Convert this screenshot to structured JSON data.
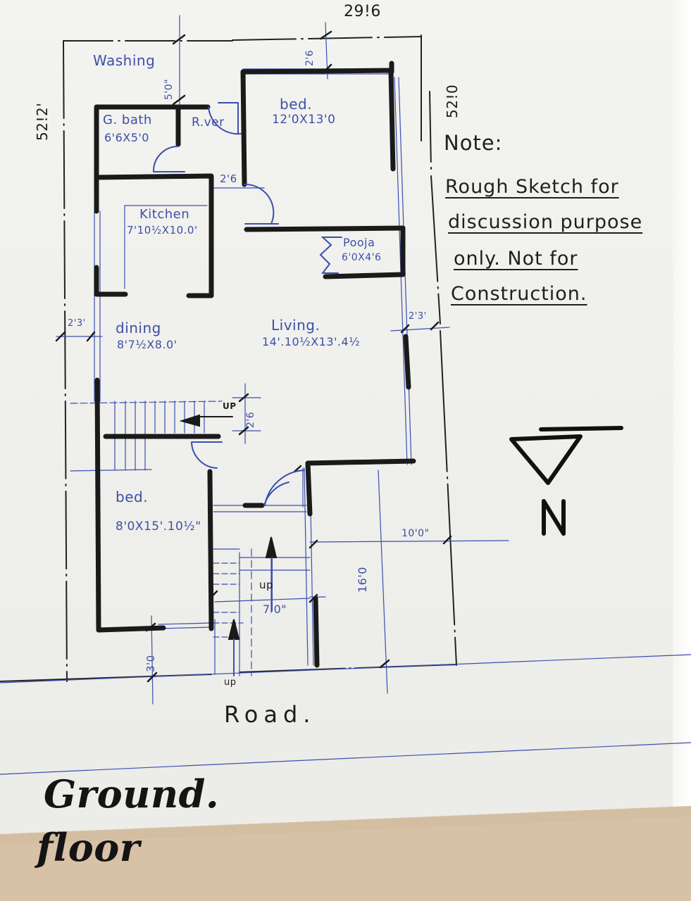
{
  "drawing": {
    "title_line1": "Ground.",
    "title_line2": "floor",
    "road_label": "Road.",
    "overall_width": "29!6",
    "overall_depth_left": "52!2'",
    "overall_depth_right": "52!0"
  },
  "rooms": {
    "washing": {
      "name": "Washing"
    },
    "g_bath": {
      "name": "G. bath",
      "size": "6'6X5'0"
    },
    "river": {
      "name": "R.ver"
    },
    "bed_top": {
      "name": "bed.",
      "size": "12'0X13'0"
    },
    "kitchen": {
      "name": "Kitchen",
      "size": "7'10½X10.0'"
    },
    "pooja": {
      "name": "Pooja",
      "size": "6'0X4'6"
    },
    "dining": {
      "name": "dining",
      "size": "8'7½X8.0'"
    },
    "living": {
      "name": "Living.",
      "size": "14'.10½X13'.4½"
    },
    "bed_bottom": {
      "name": "bed.",
      "size": "8'0X15'.10½\""
    }
  },
  "dimensions": {
    "washing_depth": "5'0\"",
    "top_setback": "2'6",
    "corridor": "2'6",
    "left_setback": "2'3'",
    "right_setback": "2'3'",
    "stair_width": "2'6",
    "front_setback": "3'0",
    "porch_width": "7'0\"",
    "parking_depth": "16'0",
    "parking_width": "10'0\""
  },
  "stairs": {
    "internal_up": "UP",
    "front_up_1": "up",
    "front_up_2": "up"
  },
  "north_arrow": {
    "label": "N"
  },
  "note": {
    "heading": "Note:",
    "lines": [
      "Rough Sketch for",
      "discussion purpose",
      "only. Not for",
      "Construction."
    ]
  },
  "colors": {
    "wall": "#1a1a1a",
    "blueline": "#3b4fb0",
    "paper": "#f1f1ee",
    "board": "#d9c3a8"
  }
}
